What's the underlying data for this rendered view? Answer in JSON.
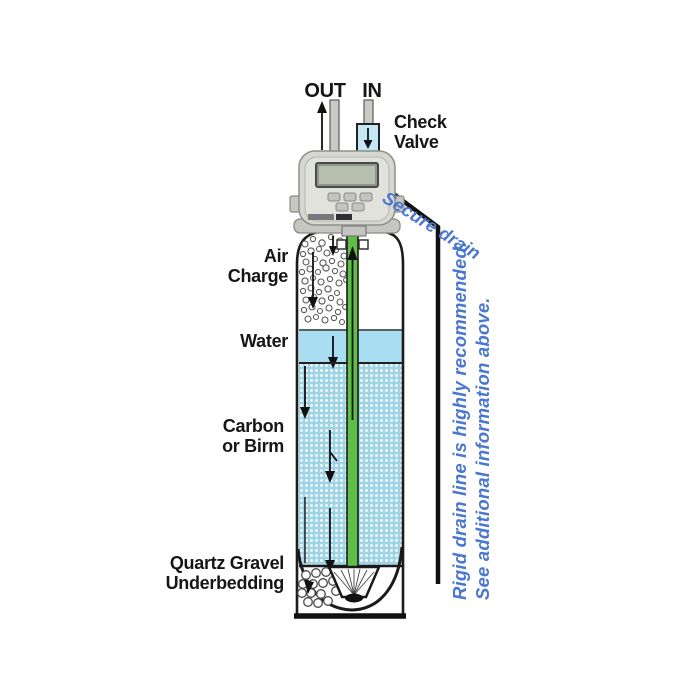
{
  "labels": {
    "out": "OUT",
    "in": "IN",
    "check_valve": [
      "Check",
      "Valve"
    ],
    "secure_drain": "Secure drain",
    "air_charge": [
      "Air",
      "Charge"
    ],
    "water": "Water",
    "media": [
      "Carbon",
      "or Birm"
    ],
    "underbedding": [
      "Quartz Gravel",
      "Underbedding"
    ],
    "note": [
      "Rigid drain line is highly recommended.",
      "See additional information above."
    ]
  },
  "colors": {
    "water_blue": "#a9ddf2",
    "media_blue": "#9fd4e6",
    "valve_blue": "#c3e7f5",
    "riser_green": "#5fbe48",
    "note_blue": "#4a77cf",
    "head_gray": "#d7d7d2",
    "line_black": "#161616"
  }
}
